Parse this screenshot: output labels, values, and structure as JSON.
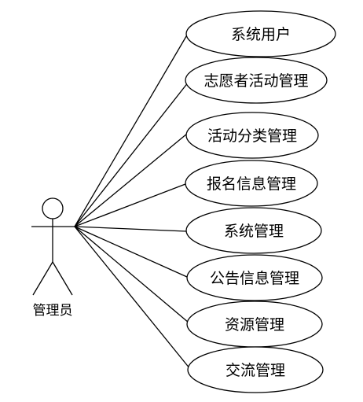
{
  "actor": {
    "label": "管理员"
  },
  "use_cases": [
    {
      "label": "系统用户"
    },
    {
      "label": "志愿者活动管理"
    },
    {
      "label": "活动分类管理"
    },
    {
      "label": "报名信息管理"
    },
    {
      "label": "系统管理"
    },
    {
      "label": "公告信息管理"
    },
    {
      "label": "资源管理"
    },
    {
      "label": "交流管理"
    }
  ]
}
